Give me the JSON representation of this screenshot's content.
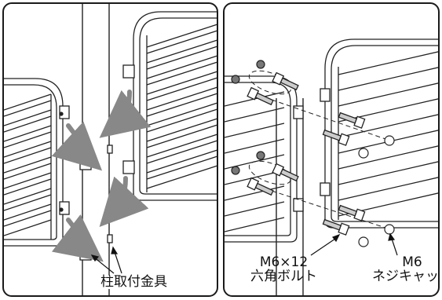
{
  "labels": {
    "post_bracket": "柱取付金具",
    "bolt_line1": "M6×12",
    "bolt_line2": "六角ボルト",
    "cap_line1": "M6",
    "cap_line2": "ネジキャップ"
  }
}
